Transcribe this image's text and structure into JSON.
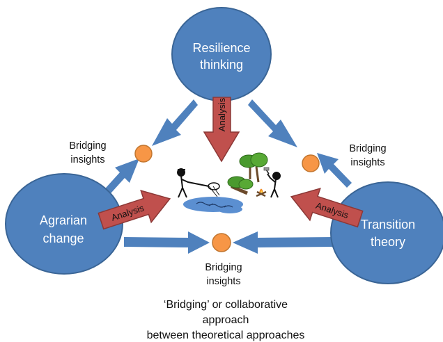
{
  "colors": {
    "node_fill": "#4f81bd",
    "node_stroke": "#3a6596",
    "arrow_blue": "#4f81bd",
    "analysis_fill": "#c0504d",
    "analysis_stroke": "#8c3836",
    "bridge_dot": "#f79646",
    "bridge_dot_stroke": "#c2762f",
    "pond": "#5b8fd1"
  },
  "nodes": {
    "resilience": {
      "line1": "Resilience",
      "line2": "thinking"
    },
    "agrarian": {
      "line1": "Agrarian",
      "line2": "change"
    },
    "transition": {
      "line1": "Transition",
      "line2": "theory"
    }
  },
  "bridges": {
    "left": {
      "line1": "Bridging",
      "line2": "insights"
    },
    "right": {
      "line1": "Bridging",
      "line2": "insights"
    },
    "bottom": {
      "line1": "Bridging",
      "line2": "insights"
    }
  },
  "analysis": {
    "top": "Analysis",
    "left": "Analysis",
    "right": "Analysis"
  },
  "caption": {
    "line1": "‘Bridging’ or collaborative",
    "line2": "approach",
    "line3": "between theoretical approaches"
  },
  "icons": {
    "center": "landscape-scene-icon"
  }
}
